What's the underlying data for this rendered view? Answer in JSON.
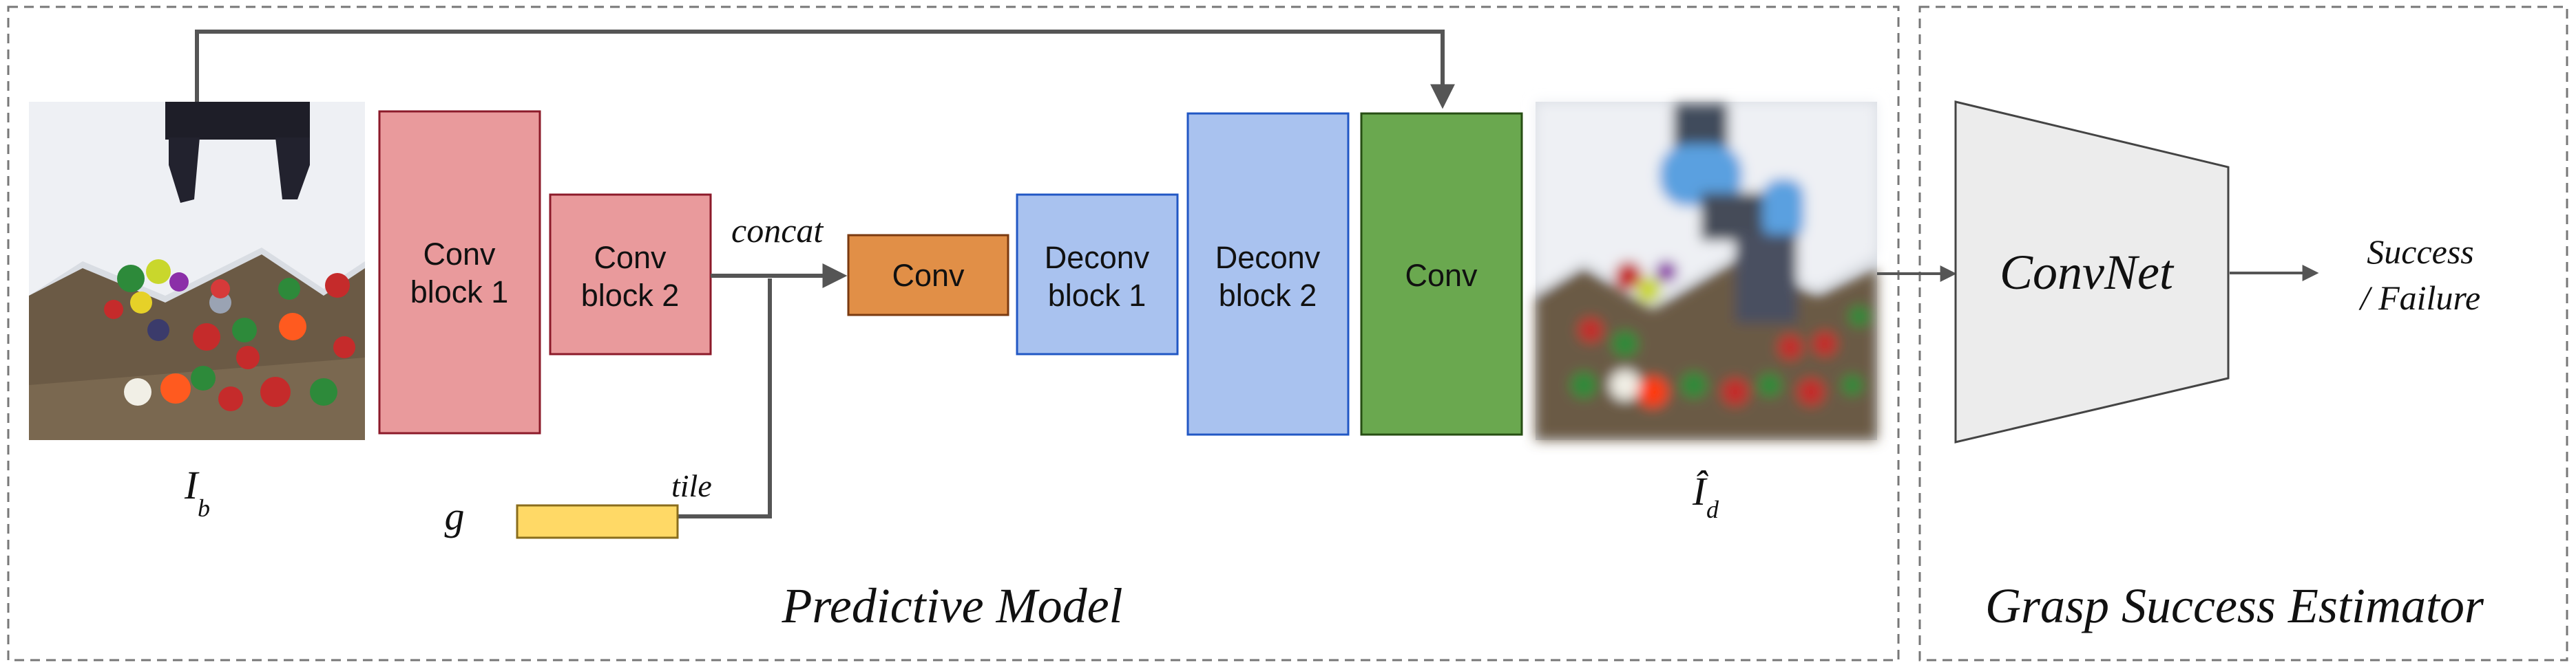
{
  "panels": {
    "predictive_title": "Predictive Model",
    "estimator_title": "Grasp Success Estimator"
  },
  "labels": {
    "input_image_main": "I",
    "input_image_sub": "b",
    "goal": "g",
    "tile": "tile",
    "concat": "concat",
    "output_image_hat": "Î",
    "output_image_sub": "d"
  },
  "blocks": {
    "conv_block_1": [
      "Conv",
      "block 1"
    ],
    "conv_block_2": [
      "Conv",
      "block 2"
    ],
    "conv_mid": "Conv",
    "deconv_block_1": [
      "Deconv",
      "block 1"
    ],
    "deconv_block_2": [
      "Deconv",
      "block 2"
    ],
    "conv_out": "Conv",
    "convnet": "ConvNet"
  },
  "outputs": {
    "line1": "Success",
    "line2": "/ Failure"
  },
  "colors": {
    "conv_red": "#e99a9c",
    "conv_red_border": "#8c1a2a",
    "conv_orange": "#e18f47",
    "conv_orange_border": "#7a3a10",
    "deconv_blue": "#a9c2ef",
    "deconv_blue_border": "#2157c4",
    "conv_green": "#6aa84f",
    "conv_green_border": "#274e13",
    "goal_yellow": "#ffd966",
    "goal_yellow_border": "#8a6d1c",
    "convnet_gray": "#ececec",
    "arrow": "#555555",
    "dashed_border": "#777777"
  }
}
